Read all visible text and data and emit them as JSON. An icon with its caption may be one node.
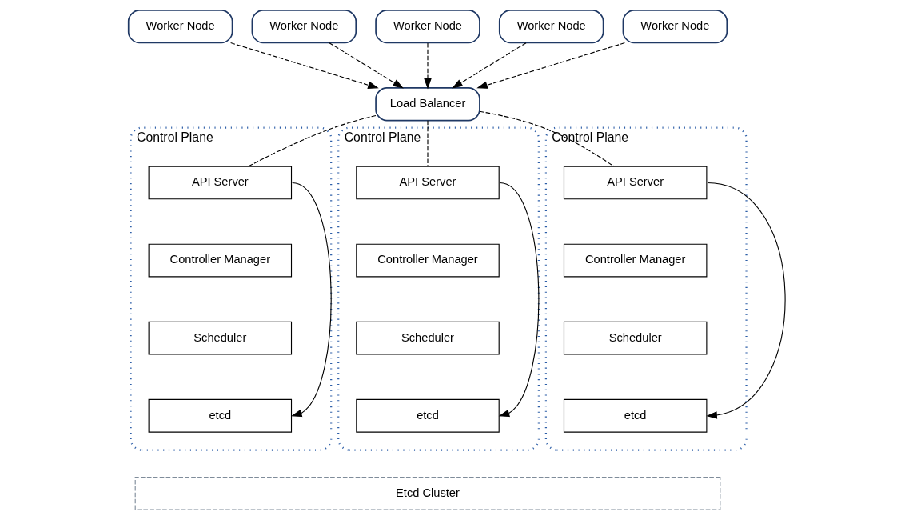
{
  "diagram": {
    "nodes": [
      {
        "text": [
          "Worker Node"
        ]
      },
      {
        "text": [
          "Worker Node"
        ]
      },
      {
        "text": [
          "Worker Node"
        ]
      },
      {
        "text": [
          "Worker Node"
        ]
      },
      {
        "text": [
          "Worker Node"
        ]
      },
      {
        "text": [
          "Load Balancer"
        ]
      },
      {
        "text": [
          "Control Plane"
        ]
      },
      {
        "text": [
          "API Server"
        ],
        "in": 6
      },
      {
        "text": [
          "Controller Manager"
        ],
        "in": 6
      },
      {
        "text": [
          "Scheduler"
        ],
        "in": 6
      },
      {
        "text": [
          "etcd"
        ],
        "in": 6
      },
      {
        "text": [
          "Control Plane"
        ]
      },
      {
        "text": [
          "API Server"
        ],
        "in": 11
      },
      {
        "text": [
          "Controller Manager"
        ],
        "in": 11
      },
      {
        "text": [
          "Scheduler"
        ],
        "in": 11
      },
      {
        "text": [
          "etcd"
        ],
        "in": 11
      },
      {
        "text": [
          "Control Plane"
        ]
      },
      {
        "text": [
          "API Server"
        ],
        "in": 16
      },
      {
        "text": [
          "Controller Manager"
        ],
        "in": 16
      },
      {
        "text": [
          "Scheduler"
        ],
        "in": 16
      },
      {
        "text": [
          "etcd"
        ],
        "in": 16
      },
      {
        "text": [
          "Etcd Cluster"
        ]
      }
    ],
    "edges": [
      {
        "from": 0,
        "to": 5,
        "arrow": "to",
        "style": "dashed"
      },
      {
        "from": 1,
        "to": 5,
        "arrow": "to",
        "style": "dashed"
      },
      {
        "from": 2,
        "to": 5,
        "arrow": "to",
        "style": "dashed"
      },
      {
        "from": 3,
        "to": 5,
        "arrow": "to",
        "style": "dashed"
      },
      {
        "from": 4,
        "to": 5,
        "arrow": "to",
        "style": "dashed"
      },
      {
        "from": 5,
        "to": 7,
        "arrow": "none",
        "style": "dashed"
      },
      {
        "from": 5,
        "to": 12,
        "arrow": "none",
        "style": "dashed"
      },
      {
        "from": 5,
        "to": 17,
        "arrow": "none",
        "style": "dashed"
      },
      {
        "from": 7,
        "to": 10,
        "arrow": "to"
      },
      {
        "from": 12,
        "to": 15,
        "arrow": "to"
      },
      {
        "from": 17,
        "to": 20,
        "arrow": "to"
      }
    ]
  }
}
